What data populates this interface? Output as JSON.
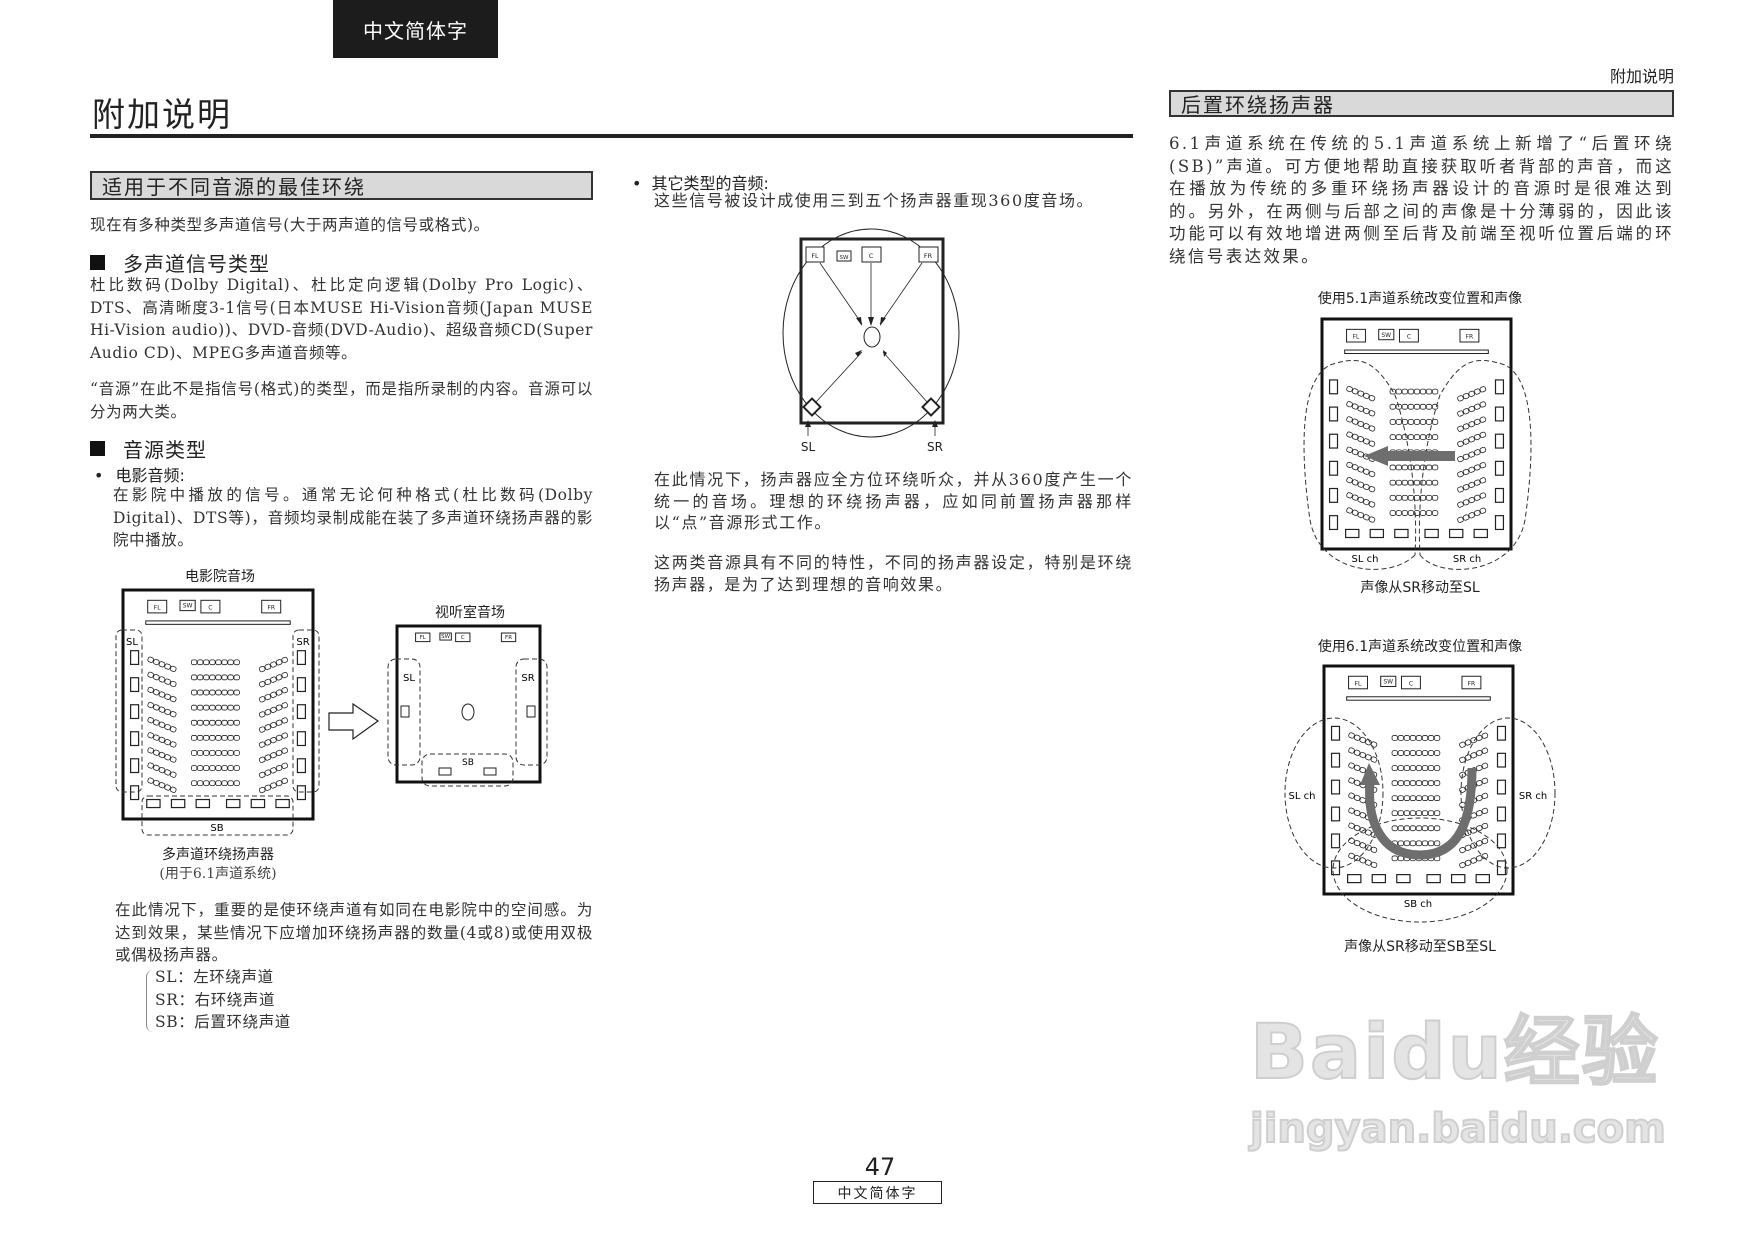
{
  "header": {
    "language_tab": "中文简体字",
    "running_head": "附加说明",
    "page_title": "附加说明"
  },
  "left": {
    "section_title": "适用于不同音源的最佳环绕",
    "intro": "现在有多种类型多声道信号(大于两声道的信号或格式)。",
    "h1": "多声道信号类型",
    "p1": "杜比数码(Dolby Digital)、杜比定向逻辑(Dolby Pro Logic)、DTS、高清晰度3-1信号(日本MUSE  Hi-Vision音频(Japan  MUSE Hi-Vision audio))、DVD-音频(DVD-Audio)、超级音频CD(Super Audio CD)、MPEG多声道音频等。",
    "p2": "“音源”在此不是指信号(格式)的类型，而是指所录制的内容。音源可以分为两大类。",
    "h2": "音源类型",
    "bullet1_title": "电影音频:",
    "bullet1_text": "在影院中播放的信号。通常无论何种格式(杜比数码(Dolby Digital)、DTS等)，音频均录制成能在装了多声道环绕扬声器的影院中播放。",
    "diagram_cinema_title": "电影院音场",
    "diagram_room_title": "视听室音场",
    "diagram_caption1": "多声道环绕扬声器",
    "diagram_caption2": "(用于6.1声道系统)",
    "p3": "在此情况下，重要的是使环绕声道有如同在电影院中的空间感。为达到效果，某些情况下应增加环绕扬声器的数量(4或8)或使用双极或偶极扬声器。",
    "legend": [
      "SL：左环绕声道",
      "SR：右环绕声道",
      "SB：后置环绕声道"
    ]
  },
  "middle": {
    "bullet2_title": "其它类型的音频:",
    "bullet2_text": "这些信号被设计成使用三到五个扬声器重现360度音场。",
    "p1": "在此情况下，扬声器应全方位环绕听众，并从360度产生一个统一的音场。理想的环绕扬声器，应如同前置扬声器那样以“点”音源形式工作。",
    "p2": "这两类音源具有不同的特性，不同的扬声器设定，特别是环绕扬声器，是为了达到理想的音响效果。"
  },
  "right": {
    "section_title": "后置环绕扬声器",
    "p1": "6.1声道系统在传统的5.1声道系统上新增了“后置环绕(SB)”声道。可方便地帮助直接获取听者背部的声音，而这在播放为传统的多重环绕扬声器设计的音源时是很难达到的。另外，在两侧与后部之间的声像是十分薄弱的，因此该功能可以有效地增进两侧至后背及前端至视听位置后端的环绕信号表达效果。",
    "diagram1_title": "使用5.1声道系统改变位置和声像",
    "diagram1_caption": "声像从SR移动至SL",
    "diagram2_title": "使用6.1声道系统改变位置和声像",
    "diagram2_caption": "声像从SR移动至SB至SL"
  },
  "speakers": {
    "fl": "FL",
    "sw": "SW",
    "c": "C",
    "fr": "FR",
    "sl": "SL",
    "sr": "SR",
    "sb": "SB",
    "sl_ch": "SL ch",
    "sr_ch": "SR ch",
    "sb_ch": "SB ch"
  },
  "footer": {
    "page_number": "47",
    "language_label": "中文简体字"
  },
  "watermark": {
    "line1": "Baidu经验",
    "line2": "jingyan.baidu.com"
  },
  "colors": {
    "section_fill": "#d9d9d9",
    "arrow_gray": "#6e6e6e",
    "tab_bg": "#1c1c1c"
  }
}
